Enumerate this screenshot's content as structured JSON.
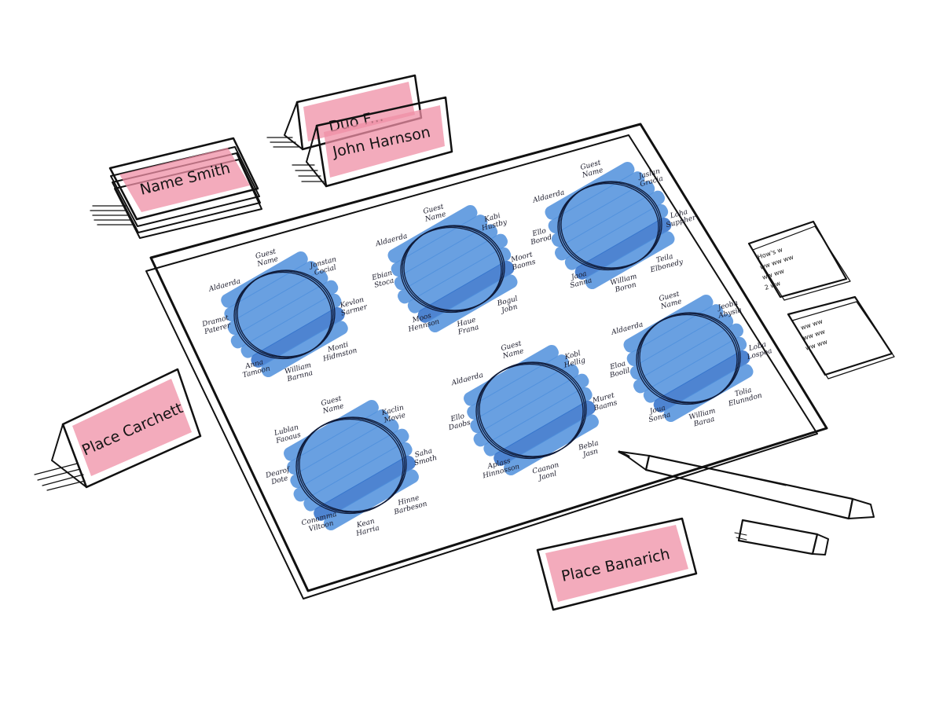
{
  "colors": {
    "marker_blue": "#4f8fdc",
    "marker_blue_dark": "#2f6fc9",
    "marker_pink": "#ef8fa6",
    "ink": "#111111",
    "table_ring": "#0f1b3a"
  },
  "place_cards": {
    "stack_card": "Name Smith",
    "back_tent_card": "Duo F...",
    "front_tent_card": "John Harnson",
    "left_tent_card": "Place Carchett",
    "bottom_card": "Place Banarich"
  },
  "tables": [
    {
      "seats": [
        "Guest Name",
        "Jonstan Cocial",
        "Kevlon Sarmer",
        "Monti Hidmston",
        "William Barnna",
        "Anna Tamoon",
        "Dramot Paterer",
        "Aldaerda"
      ]
    },
    {
      "seats": [
        "Guest Name",
        "Kabi Hustby",
        "Moort Baoms",
        "Bogul Jobn",
        "Haue Frana",
        "Moos Hennson",
        "Ebian Stoca",
        "Aldaerda"
      ]
    },
    {
      "seats": [
        "Guest Name",
        "Jaslan Gracia",
        "Loha Suppher",
        "Teila Elbonedy",
        "William Boron",
        "Jaoa Sanna",
        "Ello Borod",
        "Aldaerda"
      ]
    },
    {
      "seats": [
        "Guest Name",
        "Kaclin Movie",
        "Saha Smoth",
        "Hinne Barbeson",
        "Kean Harria",
        "Conomma Viltoon",
        "Dearof Dote",
        "Lublan Faoaus"
      ]
    },
    {
      "seats": [
        "Guest Name",
        "Kobl Hellig",
        "Muret Baams",
        "Bebla Jasn",
        "Caanon Jaonl",
        "Aplass Hinnosson",
        "Ello Daobs",
        "Aldaerda"
      ]
    },
    {
      "seats": [
        "Guest Name",
        "Jeobn Abysia",
        "Loba Lospoa",
        "Tolia Elunndon",
        "William Baraa",
        "Joua Sonna",
        "Eloa Boolil",
        "Aldaerda"
      ]
    }
  ],
  "notes": {
    "note_1_lines": [
      "How's w",
      "ww ww ww",
      "ww ww",
      "2 ww"
    ],
    "note_2_lines": [
      "ww ww",
      "ww ww",
      "ww ww"
    ]
  }
}
